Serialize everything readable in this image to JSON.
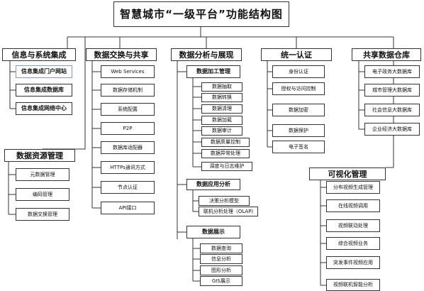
{
  "title": "智慧城市“一级平台”功能结构图",
  "modules": {
    "info": {
      "label": "信息与系统集成",
      "items": [
        "信息集成门户网站",
        "信息集成数据库",
        "信息集成网络中心"
      ]
    },
    "resource": {
      "label": "数据资源管理",
      "items": [
        "元数据管理",
        "编码管理",
        "数据交换管理"
      ]
    },
    "exchange": {
      "label": "数据交换与共享",
      "items": [
        "Web Services",
        "数据存储机制",
        "系统配置",
        "P2P",
        "数据库适配器",
        "HTTPs通讯方式",
        "节点认证",
        "API接口"
      ]
    },
    "analysis": {
      "label": "数据分析与展现",
      "process": {
        "label": "数据加工管理",
        "items": [
          "数据抽取",
          "数据转换",
          "数据清理",
          "数据加载",
          "数据审计",
          "数据质量控制",
          "数据异常处理",
          "调度与日志维护"
        ]
      },
      "app": {
        "label": "数据应用分析",
        "items": [
          "决策分析模型",
          "联机分析处理（OLAP)"
        ]
      },
      "show": {
        "label": "数据展示",
        "items": [
          "数据查询",
          "信息分析",
          "图形分析",
          "GIS展示"
        ]
      }
    },
    "auth": {
      "label": "统一认证",
      "items": [
        "身份认证",
        "授权与访问控制",
        "数据加密",
        "数据保护",
        "电子签名"
      ]
    },
    "warehouse": {
      "label": "共享数据仓库",
      "items": [
        "电子政务大数据库",
        "城市管理大数据库",
        "社会信息大数据库",
        "企业经济大数据库"
      ]
    },
    "visual": {
      "label": "可视化管理",
      "items": [
        "分布视频生成管理",
        "在线视频调用",
        "视频联动处理",
        "综合视频业务",
        "突发事件视频应用",
        "视频联机智能分析"
      ]
    }
  }
}
